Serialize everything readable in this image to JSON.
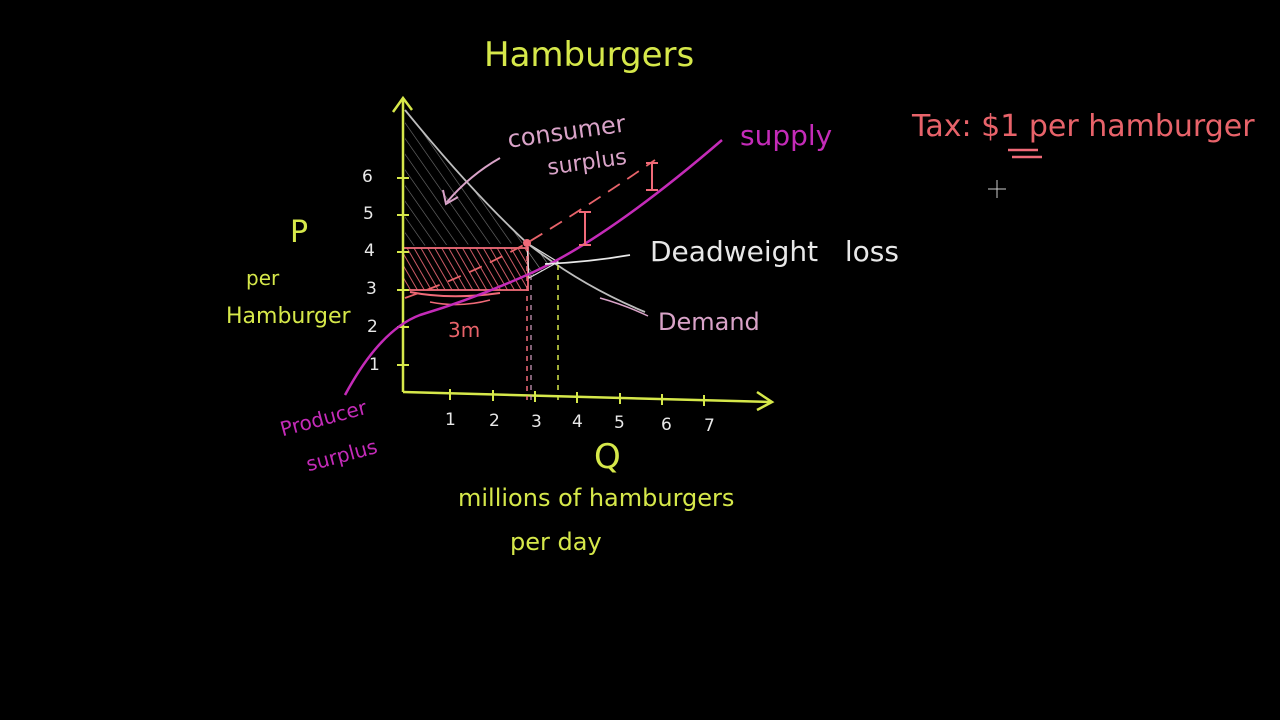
{
  "colors": {
    "background": "#000000",
    "yellow": "#d6e84a",
    "magenta": "#c42bb8",
    "salmon": "#e8636a",
    "pink_tax": "#f06a78",
    "gray": "#bdbdbd",
    "light_pink": "#d9a3c8",
    "white": "#e8e8e8"
  },
  "title": "Hamburgers",
  "tax_label": "Tax: $1 per hamburger",
  "axes": {
    "y_main": "P",
    "y_sub1": "per",
    "y_sub2": "Hamburger",
    "x_main": "Q",
    "x_sub1": "millions of hamburgers",
    "x_sub2": "per day",
    "y_ticks": [
      "1",
      "2",
      "3",
      "4",
      "5",
      "6"
    ],
    "x_ticks": [
      "1",
      "2",
      "3",
      "4",
      "5",
      "6",
      "7"
    ]
  },
  "curve_labels": {
    "supply": "supply",
    "demand": "Demand",
    "deadweight": "Deadweight   loss",
    "consumer1": "consumer",
    "consumer2": "surplus",
    "producer1": "Producer",
    "producer2": "surplus",
    "tax_qty": "3m"
  }
}
